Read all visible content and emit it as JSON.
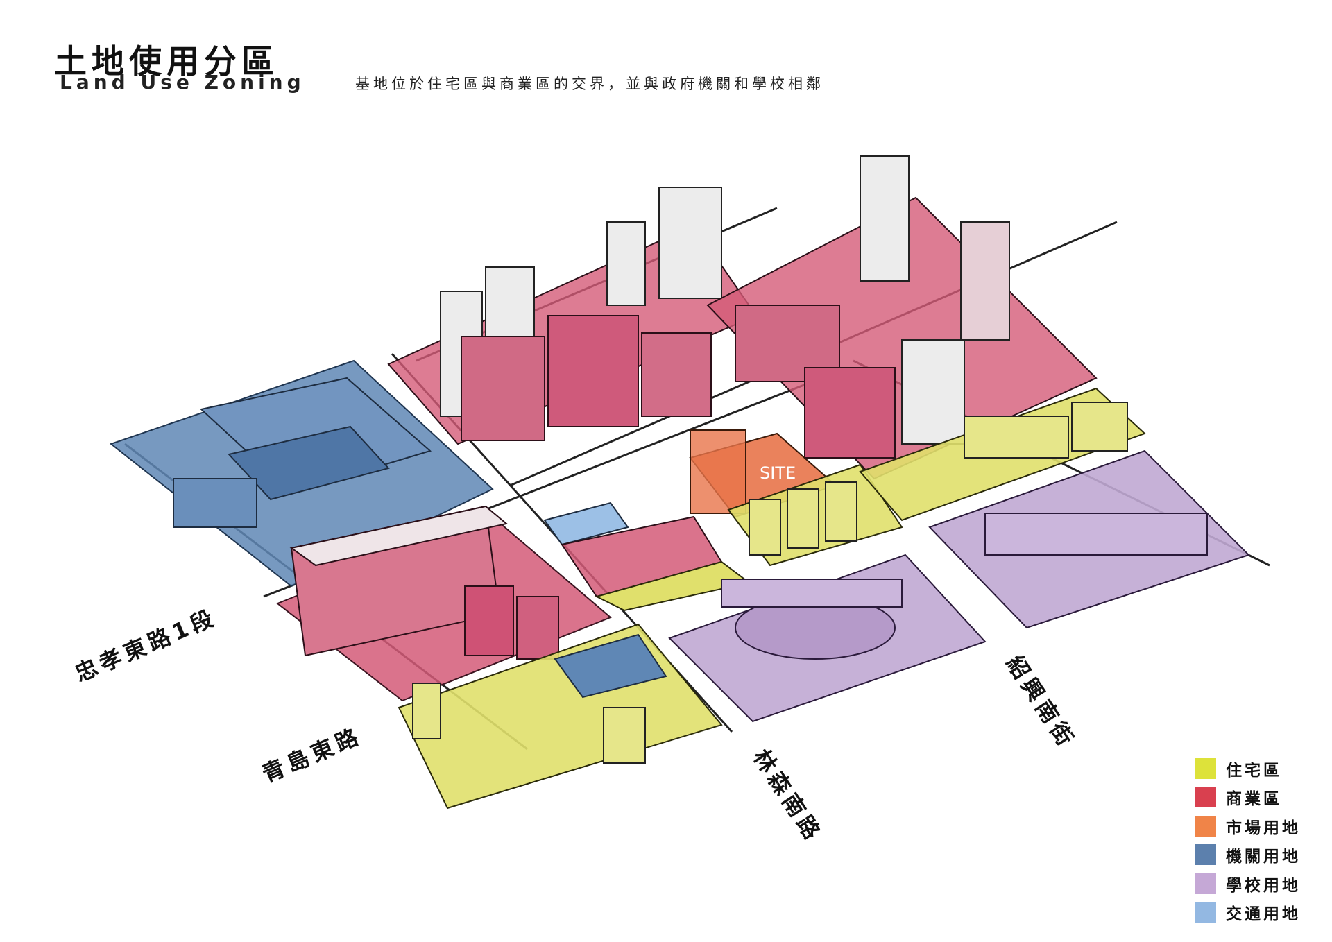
{
  "header": {
    "title_zh": "土地使用分區",
    "title_en": "Land Use Zoning",
    "subtitle": "基地位於住宅區與商業區的交界，並與政府機關和學校相鄰"
  },
  "site_label": "SITE",
  "streets": [
    {
      "name": "忠孝東路1段"
    },
    {
      "name": "青島東路"
    },
    {
      "name": "林森南路"
    },
    {
      "name": "紹興南街"
    }
  ],
  "legend": [
    {
      "label": "住宅區",
      "color": "#dde23a"
    },
    {
      "label": "商業區",
      "color": "#d9404f"
    },
    {
      "label": "市場用地",
      "color": "#f08448"
    },
    {
      "label": "機關用地",
      "color": "#5c80ad"
    },
    {
      "label": "學校用地",
      "color": "#c5a8d6"
    },
    {
      "label": "交通用地",
      "color": "#93b8e2"
    }
  ],
  "zone_colors": {
    "residential": "#e0e06c",
    "commercial": "#d45b78",
    "market": "#e8744a",
    "government": "#5f87b5",
    "school": "#c0a9d3",
    "transport": "#9cc0e6",
    "building": "#ececec"
  }
}
